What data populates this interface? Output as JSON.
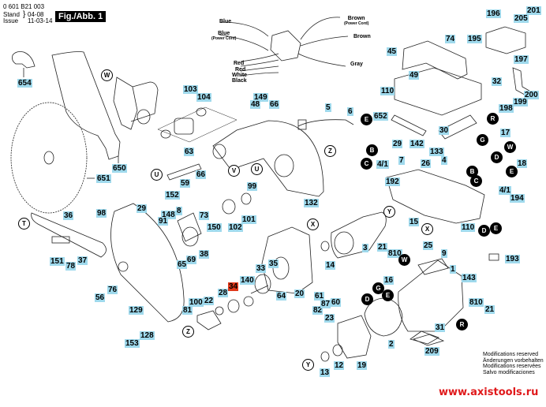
{
  "header": {
    "doc_number": "0 601 B21 003",
    "stand_label": "Stand",
    "issue_label": "Issue",
    "stand_value": "04-08",
    "issue_value": "11-03-14",
    "figure_label": "Fig./Abb. 1"
  },
  "wiring_labels": {
    "blue": "Blue",
    "blue_power": "Blue",
    "blue_power_sub": "(Power Cord)",
    "red1": "Red",
    "red2": "Red",
    "white": "White",
    "black": "Black",
    "brown_power": "Brown",
    "brown_power_sub": "(Power Cord)",
    "brown": "Brown",
    "gray": "Gray"
  },
  "part_labels": [
    "654",
    "650",
    "651",
    "103",
    "104",
    "149",
    "48",
    "66",
    "63",
    "66",
    "59",
    "152",
    "29",
    "98",
    "36",
    "151",
    "37",
    "78",
    "76",
    "56",
    "148",
    "8",
    "91",
    "73",
    "150",
    "102",
    "101",
    "99",
    "132",
    "65",
    "69",
    "38",
    "129",
    "128",
    "153",
    "81",
    "100",
    "22",
    "28",
    "34",
    "140",
    "33",
    "35",
    "64",
    "20",
    "61",
    "60",
    "82",
    "87",
    "23",
    "13",
    "12",
    "19",
    "2",
    "14",
    "3",
    "21",
    "810",
    "16",
    "25",
    "9",
    "1",
    "143",
    "810",
    "21",
    "31",
    "209",
    "193",
    "5",
    "6",
    "652",
    "30",
    "17",
    "29",
    "142",
    "133",
    "4",
    "7",
    "26",
    "4/1",
    "192",
    "18",
    "4/1",
    "194",
    "15",
    "110",
    "110",
    "45",
    "74",
    "49",
    "32",
    "196",
    "201",
    "205",
    "195",
    "197",
    "200",
    "199",
    "198"
  ],
  "highlighted_part": "34",
  "callout_letters": [
    "W",
    "U",
    "U",
    "V",
    "Z",
    "T",
    "Z",
    "X",
    "X",
    "Y",
    "Y",
    "E",
    "B",
    "C",
    "R",
    "G",
    "D",
    "W",
    "E",
    "B",
    "C",
    "D",
    "E",
    "G",
    "D",
    "E",
    "W",
    "R"
  ],
  "notes": [
    "Modifications reserved",
    "Änderungen vorbehalten",
    "Modifications reservées",
    "Salvo modificaciones"
  ],
  "watermark": "www.axistools.ru",
  "colors": {
    "label_bg": "#9fd9ec",
    "highlight_bg": "#e0391b",
    "watermark": "#e0191b"
  }
}
